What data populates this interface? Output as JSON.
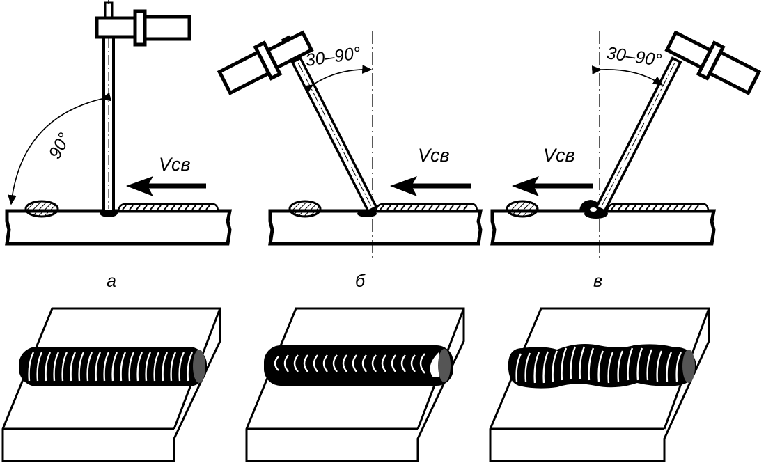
{
  "figure": {
    "subject": "Electrode inclination during manual arc welding and resulting weld bead",
    "colors": {
      "ink": "#000000",
      "paper": "#ffffff",
      "bead_end": "#555555"
    },
    "panels": [
      {
        "id": "a",
        "caption": "а",
        "angle_label": "90°",
        "speed_label": "Vсв",
        "direction": "left",
        "electrode": "vertical",
        "bead_quality": "uniform"
      },
      {
        "id": "b",
        "caption": "б",
        "angle_label": "30–90°",
        "speed_label": "Vсв",
        "direction": "left",
        "electrode": "angle-back",
        "bead_quality": "wide-smooth"
      },
      {
        "id": "v",
        "caption": "в",
        "angle_label": "30–90°",
        "speed_label": "Vсв",
        "direction": "left",
        "electrode": "angle-forward",
        "bead_quality": "irregular"
      }
    ]
  }
}
